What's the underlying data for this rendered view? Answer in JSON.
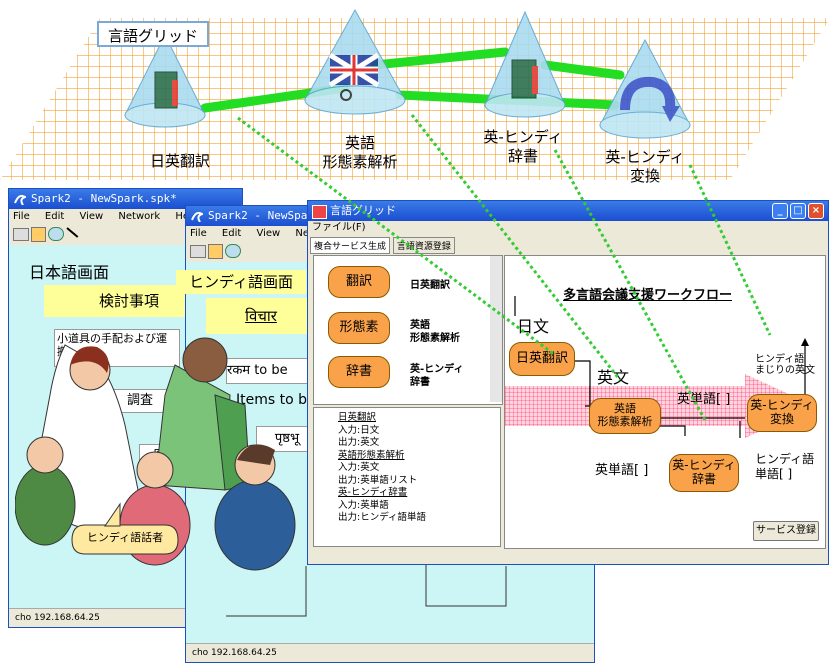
{
  "grid": {
    "title": "言語グリッド",
    "nodes": [
      {
        "label_lines": [
          "日英翻訳"
        ]
      },
      {
        "label_lines": [
          "英語",
          "形態素解析"
        ]
      },
      {
        "label_lines": [
          "英-ヒンディ",
          "辞書"
        ]
      },
      {
        "label_lines": [
          "英-ヒンディ",
          "変換"
        ]
      }
    ]
  },
  "window_back": {
    "title": "Spark2 - NewSpark.spk*",
    "menu": [
      "File",
      "Edit",
      "View",
      "Network",
      "Help"
    ],
    "screen_label": "日本語画面",
    "heading": "検討事項",
    "item1": "小道具の手配および運搬",
    "item2": "調査",
    "item3": "容",
    "status": "cho    192.168.64.25"
  },
  "window_mid": {
    "title": "Spark2 - NewSpa",
    "menu": [
      "File",
      "Edit",
      "View",
      "Netw"
    ],
    "screen_label": "ヒンディ語画面",
    "heading": "विचार",
    "line1": "रकम  to be",
    "line2": "Items to b",
    "line3": "पृष्ठभू",
    "status": "cho    192.168.64.25"
  },
  "window_front": {
    "title": "言語グリッド",
    "menu": "ファイル(F)",
    "tabs": [
      "複合サービス生成",
      "言語資源登録"
    ],
    "services": [
      {
        "cyl": "翻訳",
        "desc": [
          "日英翻訳"
        ]
      },
      {
        "cyl": "形態素",
        "desc": [
          "英語",
          "形態素解析"
        ]
      },
      {
        "cyl": "辞書",
        "desc": [
          "英-ヒンディ",
          "辞書"
        ]
      }
    ],
    "spec_lines": [
      {
        "text": "日英翻訳",
        "underline": true
      },
      {
        "text": "入力:日文",
        "underline": false
      },
      {
        "text": "出力:英文",
        "underline": false
      },
      {
        "text": "英語形態素解析",
        "underline": true
      },
      {
        "text": "入力:英文",
        "underline": false
      },
      {
        "text": "出力:英単語リスト",
        "underline": false
      },
      {
        "text": "英-ヒンディ辞書",
        "underline": true
      },
      {
        "text": "入力:英単語",
        "underline": false
      },
      {
        "text": "出力:ヒンディ語単語",
        "underline": false
      }
    ],
    "workflow_title": "多言語会議支援ワークフロー",
    "wf_japanese": "日文",
    "wf_english": "英文",
    "wf_node_translate": "日英翻訳",
    "wf_node_morph": [
      "英語",
      "形態素解析"
    ],
    "wf_node_dict": [
      "英-ヒンディ",
      "辞書"
    ],
    "wf_node_convert": [
      "英-ヒンディ",
      "変換"
    ],
    "wf_words1": "英単語[ ]",
    "wf_words2": "英単語[ ]",
    "wf_hindi_words": [
      "ヒンディ語",
      "単語[ ]"
    ],
    "wf_hindi_mixed": [
      "ヒンディ語",
      "まじりの英文"
    ],
    "register_button": "サービス登録"
  },
  "callout": "ヒンディ語話者"
}
